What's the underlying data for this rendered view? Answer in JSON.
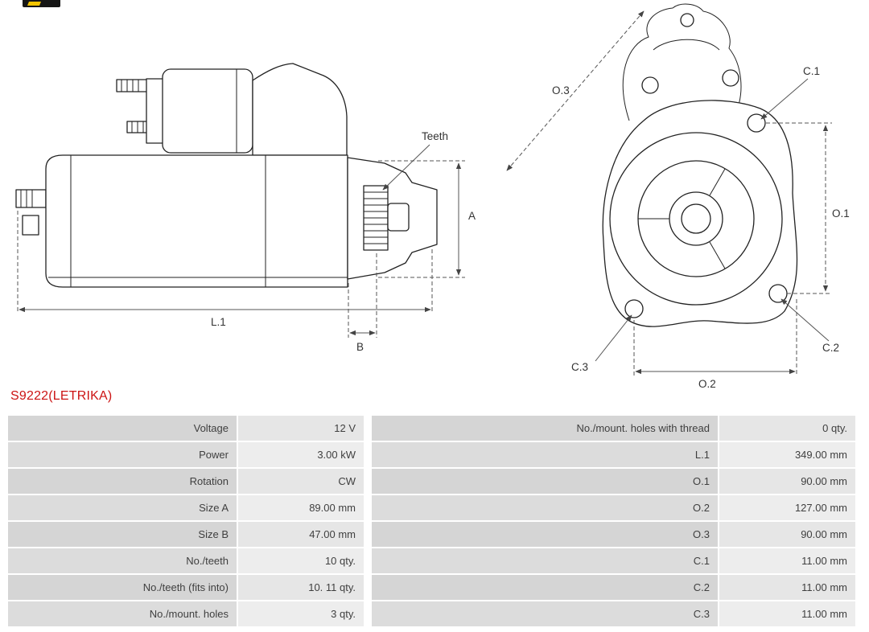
{
  "part": {
    "number": "S9222(LETRIKA)"
  },
  "colors": {
    "accent_red": "#cc1414",
    "table_label_bg": "#d6d6d6",
    "table_value_bg": "#e7e7e7",
    "diagram_line": "#222222"
  },
  "diagram": {
    "side_view": {
      "teeth": "Teeth",
      "a": "A",
      "l1": "L.1",
      "b": "B"
    },
    "front_view": {
      "o3": "O.3",
      "c1": "C.1",
      "o1": "O.1",
      "c3": "C.3",
      "c2": "C.2",
      "o2": "O.2"
    }
  },
  "spec_table": {
    "rows": [
      {
        "left_label": "Voltage",
        "left_value": "12 V",
        "right_label": "No./mount. holes with thread",
        "right_value": "0 qty."
      },
      {
        "left_label": "Power",
        "left_value": "3.00 kW",
        "right_label": "L.1",
        "right_value": "349.00 mm"
      },
      {
        "left_label": "Rotation",
        "left_value": "CW",
        "right_label": "O.1",
        "right_value": "90.00 mm"
      },
      {
        "left_label": "Size A",
        "left_value": "89.00 mm",
        "right_label": "O.2",
        "right_value": "127.00 mm"
      },
      {
        "left_label": "Size B",
        "left_value": "47.00 mm",
        "right_label": "O.3",
        "right_value": "90.00 mm"
      },
      {
        "left_label": "No./teeth",
        "left_value": "10 qty.",
        "right_label": "C.1",
        "right_value": "11.00 mm"
      },
      {
        "left_label": "No./teeth (fits into)",
        "left_value": "10. 11 qty.",
        "right_label": "C.2",
        "right_value": "11.00 mm"
      },
      {
        "left_label": "No./mount. holes",
        "left_value": "3 qty.",
        "right_label": "C.3",
        "right_value": "11.00 mm"
      }
    ]
  }
}
